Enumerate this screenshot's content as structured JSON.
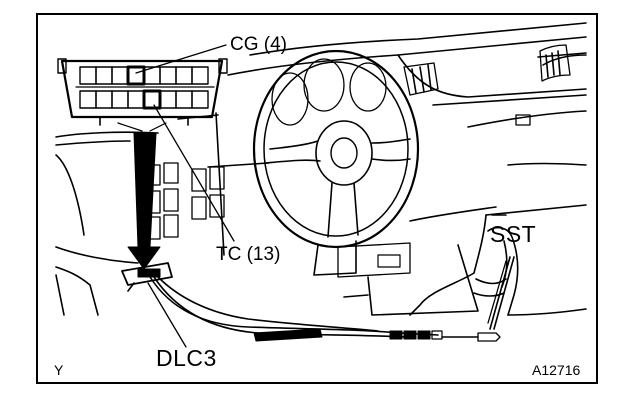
{
  "labels": {
    "cg": "CG (4)",
    "tc": "TC (13)",
    "sst": "SST",
    "dlc3": "DLC3",
    "corner_left": "Y",
    "figure_code": "A12716"
  },
  "colors": {
    "line": "#000000",
    "background": "#ffffff",
    "pin_fill": "#000000"
  }
}
